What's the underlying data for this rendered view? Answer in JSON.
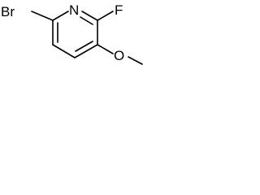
{
  "molecule": {
    "atoms": {
      "bromine": "Br",
      "ring_nitrogen": "N",
      "fluorine": "F",
      "methoxy_oxygen": "O"
    }
  }
}
